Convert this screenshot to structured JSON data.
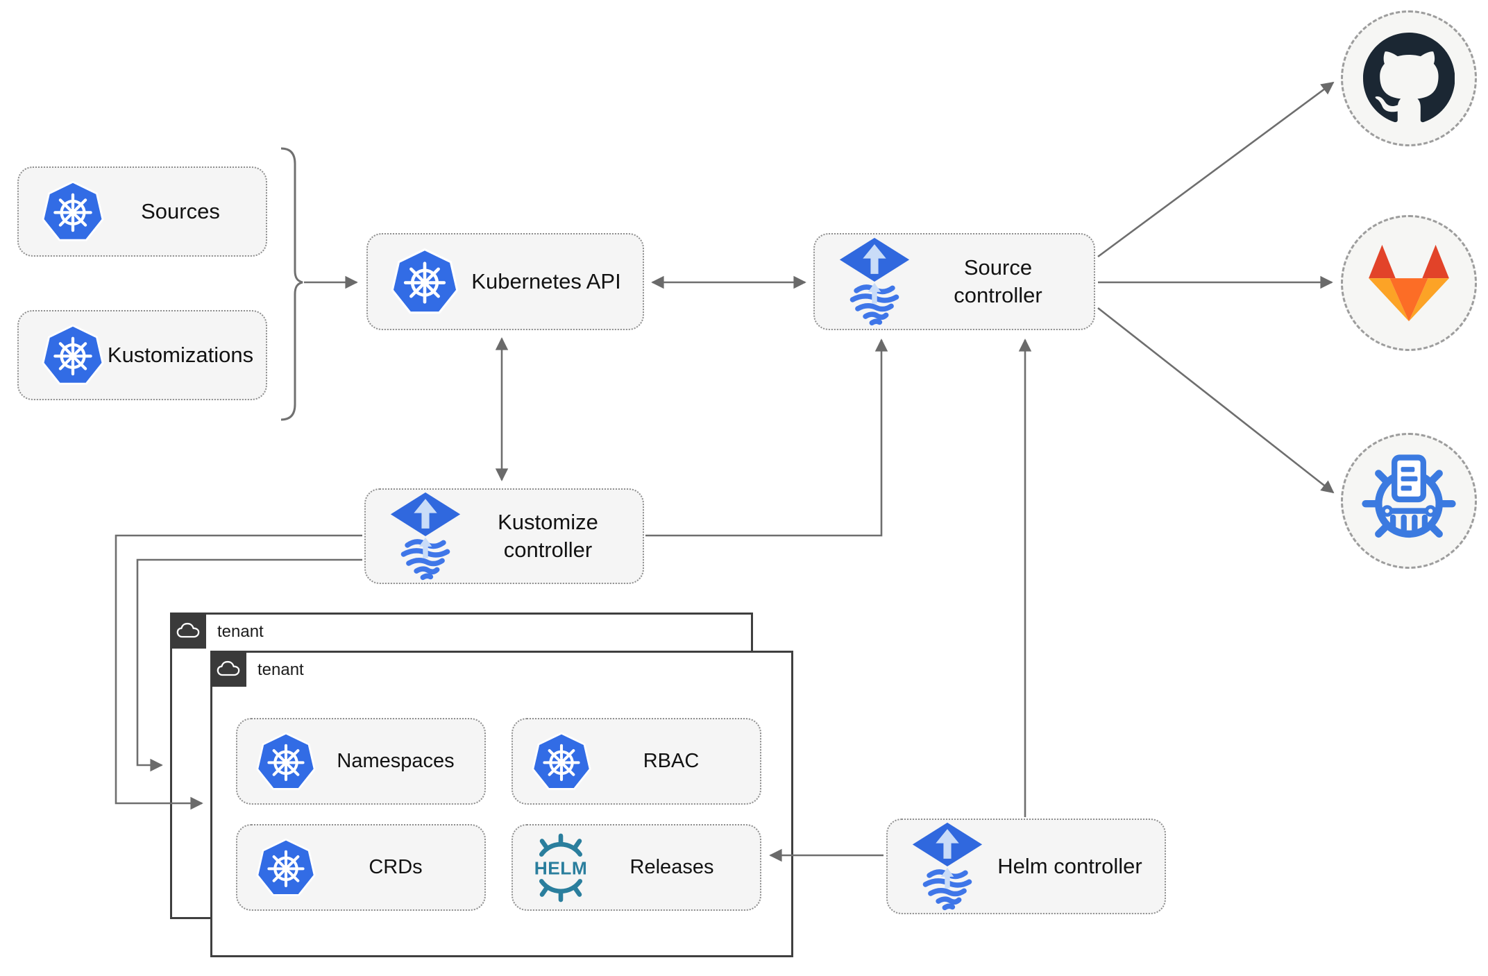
{
  "title": "Flux GitOps architecture diagram",
  "colors": {
    "kubernetes_blue": "#326CE5",
    "flux_blue": "#3068DE",
    "flux_stripe": "#3F76E8",
    "flux_light": "#C9DCF8",
    "helm_teal": "#2A7E9D",
    "github_dark": "#1B2733",
    "gitlab_red": "#E24329",
    "gitlab_orange": "#FC6D26",
    "gitlab_yellow": "#FCA326",
    "chartmuseum_blue": "#3B7AE0",
    "line_gray": "#6E6E6E",
    "node_fill": "#F5F5F5",
    "tenant_header": "#3A3A3A",
    "tenant_border": "#3F3F3F"
  },
  "nodes": {
    "sources": {
      "label": "Sources",
      "icon": "kubernetes-icon"
    },
    "kustomizations": {
      "label": "Kustomizations",
      "icon": "kubernetes-icon"
    },
    "kubernetes_api": {
      "label": "Kubernetes API",
      "icon": "kubernetes-icon"
    },
    "source_controller": {
      "label": "Source controller",
      "icon": "flux-icon"
    },
    "kustomize_controller": {
      "label": "Kustomize controller",
      "icon": "flux-icon"
    },
    "helm_controller": {
      "label": "Helm controller",
      "icon": "flux-icon"
    },
    "namespaces": {
      "label": "Namespaces",
      "icon": "kubernetes-icon"
    },
    "rbac": {
      "label": "RBAC",
      "icon": "kubernetes-icon"
    },
    "crds": {
      "label": "CRDs",
      "icon": "kubernetes-icon"
    },
    "releases": {
      "label": "Releases",
      "icon": "helm-icon"
    }
  },
  "helm_logo_text": "HELM",
  "tenants": {
    "back": {
      "label": "tenant",
      "icon": "cloud-icon"
    },
    "front": {
      "label": "tenant",
      "icon": "cloud-icon"
    }
  },
  "endpoints": [
    {
      "name": "github",
      "icon": "github-icon"
    },
    {
      "name": "gitlab",
      "icon": "gitlab-icon"
    },
    {
      "name": "chartmuseum",
      "icon": "chartmuseum-icon"
    }
  ]
}
